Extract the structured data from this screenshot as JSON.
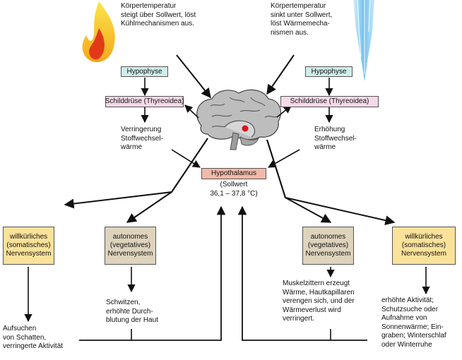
{
  "left_header": "Körpertemperatur\nsteigt über Sollwert, löst\nKühlmechanismen aus.",
  "right_header": "Körpertemperatur\nsinkt unter Sollwert,\nlöst Wärmemecha-\nnismen aus.",
  "hypophyse_left": "Hypophyse",
  "hypophyse_right": "Hypophyse",
  "thyroid_left": "Schilddrüse (Thyreoidea)",
  "thyroid_right": "Schilddrüse (Thyreoidea)",
  "decrease_text": "Verringerung\nStoffwechsel-\nwärme",
  "increase_text": "Erhöhung\nStoffwechsel-\nwärme",
  "hypothalamus": "Hypothalamus",
  "setpoint": "(Sollwert\n36,1 – 37,8 °C)",
  "left_voluntary": "willkürliches\n(somatisches)\nNervensystem",
  "left_autonomic": "autonomes\n(vegetatives)\nNervensystem",
  "right_autonomic": "autonomes\n(vegetatives)\nNervensystem",
  "right_voluntary": "willkürliches\n(somatisches)\nNervensystem",
  "sweat_text": "Schwitzen,\nerhöhte Durch-\nblutung der Haut",
  "shade_text": "Aufsuchen\nvon Schatten,\nverringerte Aktivität",
  "shiver_text": "Muskelzittern erzeugt\nWärme, Hautkapillaren\nverengen sich, und der\nWärmeverlust wird\nverringert.",
  "activity_text": "erhöhte Aktivität;\nSchutzsuche oder\nAufnahme von\nSonnenwärme; Ein-\ngraben; Winterschlaf\noder Winterruhe",
  "colors": {
    "hypophyse": "#cfeeea",
    "thyroid": "#f6d9ea",
    "hypothalamus": "#f2b9a8",
    "voluntary": "#fbe29a",
    "autonomic": "#ded3bc",
    "flame": "#f6c21c",
    "ice": "#7ec7ef"
  }
}
